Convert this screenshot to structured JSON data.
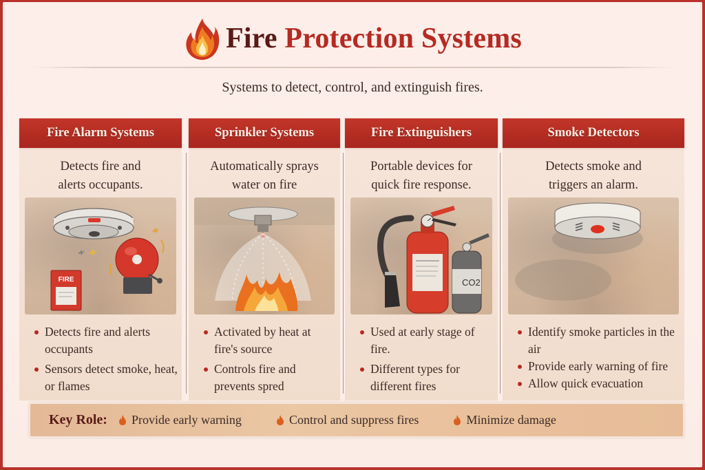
{
  "header": {
    "title_part1": "Fire",
    "title_part2": "Protection Systems",
    "title_icon": "flame-icon",
    "subtitle": "Systems to detect, control, and extinguish fires."
  },
  "columns": [
    {
      "heading": "Fire Alarm Systems",
      "description_line1": "Detects fire and",
      "description_line2": "alerts occupants.",
      "illustration": "fire-alarm-illustration",
      "illustration_labels": {
        "pull_station": "FIRE"
      },
      "bullets": [
        "Detects fire and alerts occupants",
        "Sensors detect smoke, heat, or flames"
      ]
    },
    {
      "heading": "Sprinkler Systems",
      "description_line1": "Automatically sprays",
      "description_line2": "water on fire",
      "illustration": "sprinkler-illustration",
      "bullets": [
        "Activated by heat at fire's source",
        "Controls fire and prevents spred"
      ]
    },
    {
      "heading": "Fire Extinguishers",
      "description_line1": "Portable devices for",
      "description_line2": "quick fire response.",
      "illustration": "extinguisher-illustration",
      "illustration_labels": {
        "co2_tank": "CO2"
      },
      "bullets": [
        "Used at early stage of fire.",
        "Different types for different fires"
      ]
    },
    {
      "heading": "Smoke Detectors",
      "description_line1": "Detects smoke and",
      "description_line2": "triggers an alarm.",
      "illustration": "smoke-detector-illustration",
      "bullets": [
        "Identify smoke particles in the air",
        "Provide early warning of fire",
        "Allow quick evacuation"
      ]
    }
  ],
  "key_role": {
    "label": "Key Role:",
    "items": [
      "Provide early warning",
      "Control and suppress fires",
      "Minimize damage"
    ],
    "item_icon": "flame-icon"
  },
  "colors": {
    "border": "#b8312a",
    "header_red": "#b52d22",
    "title_dark": "#5a1a16",
    "title_red": "#b52a22",
    "background": "#fdeee9",
    "key_bar": "#e8c19d",
    "bullet": "#b52a22"
  }
}
